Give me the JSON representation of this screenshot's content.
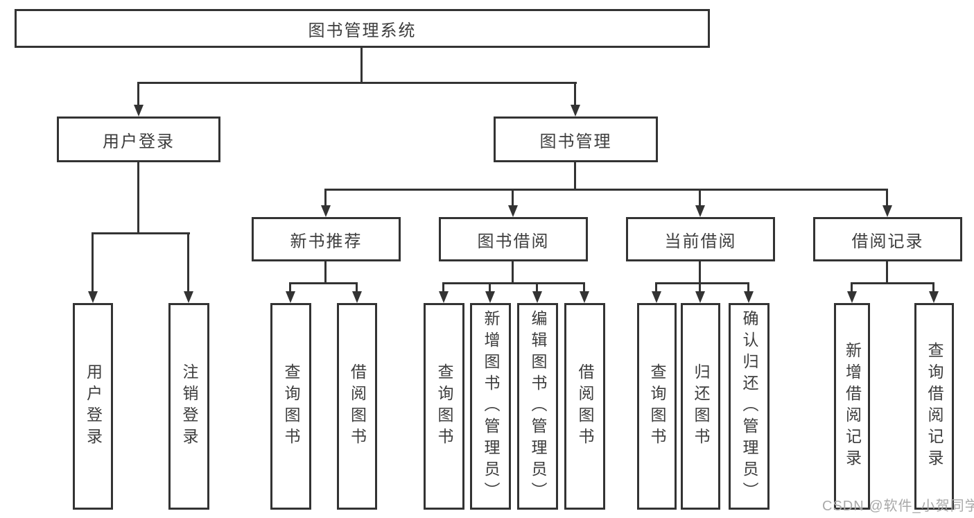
{
  "diagram": {
    "title": "图书管理系统",
    "level2": {
      "user_login_group": "用户登录",
      "book_mgmt_group": "图书管理"
    },
    "level3": {
      "new_book_rec": "新书推荐",
      "book_borrow": "图书借阅",
      "current_borrow": "当前借阅",
      "borrow_records": "借阅记录"
    },
    "leaves": {
      "user_login": "用户登录",
      "logout": "注销登录",
      "rec_query_book": "查询图书",
      "rec_borrow_book": "借阅图书",
      "bb_query_book": "查询图书",
      "bb_add_book": "新增图书（管理员）",
      "bb_edit_book": "编辑图书（管理员）",
      "bb_borrow_book": "借阅图书",
      "cb_query_book": "查询图书",
      "cb_return_book": "归还图书",
      "cb_confirm_return": "确认归还（管理员）",
      "br_add_record": "新增借阅记录",
      "br_query_record": "查询借阅记录"
    },
    "watermark": "CSDN @软件_小贺同学",
    "colors": {
      "line": "#333333",
      "text": "#3d3d3d",
      "background": "#ffffff",
      "watermark": "#a9a9a9"
    }
  }
}
